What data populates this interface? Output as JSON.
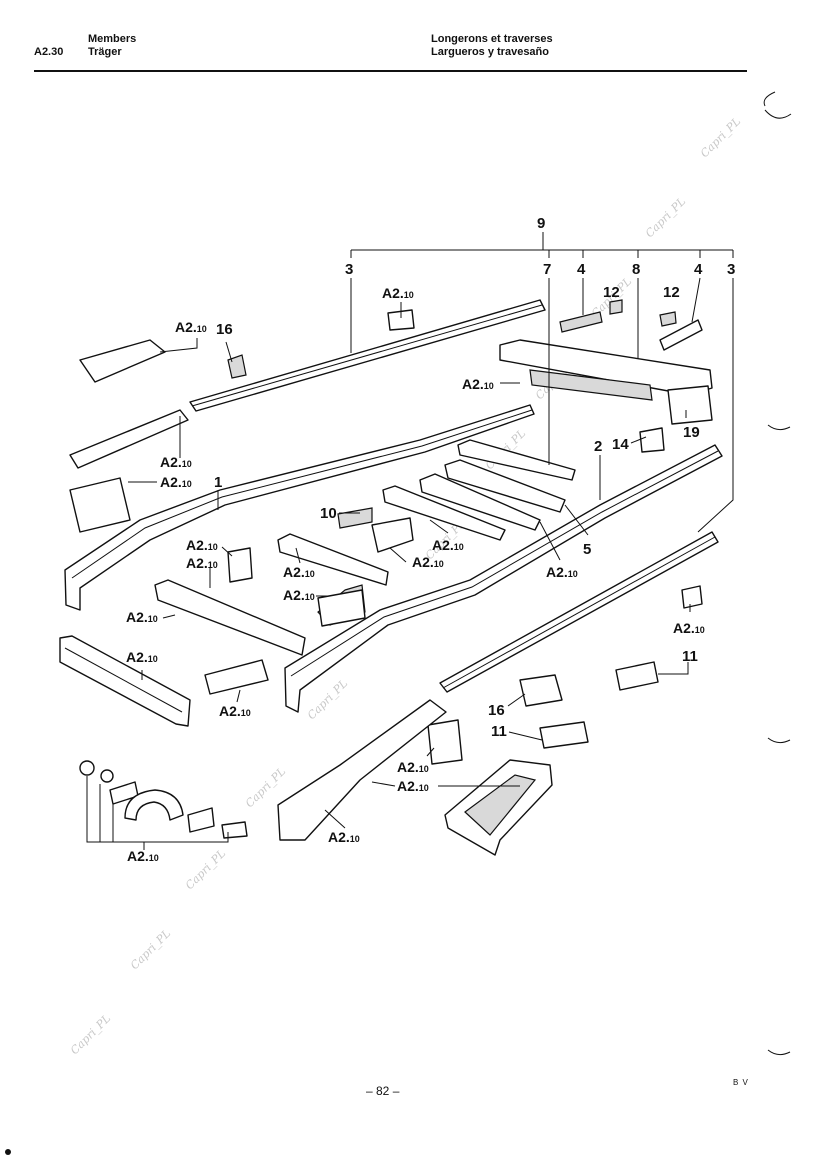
{
  "header": {
    "section_code": "A2.30",
    "title_en": "Members",
    "title_de": "Träger",
    "title_fr": "Longerons et traverses",
    "title_es": "Largueros y travesaño"
  },
  "callouts": {
    "ref_main": "A2.",
    "ref_sub": "10",
    "n1": "1",
    "n2": "2",
    "n3": "3",
    "n4": "4",
    "n5": "5",
    "n7": "7",
    "n8": "8",
    "n9": "9",
    "n10": "10",
    "n11": "11",
    "n12": "12",
    "n14": "14",
    "n16": "16",
    "n19": "19"
  },
  "watermark": "Capri_PL",
  "footer": {
    "page_number": "– 82 –",
    "code": "B V"
  }
}
